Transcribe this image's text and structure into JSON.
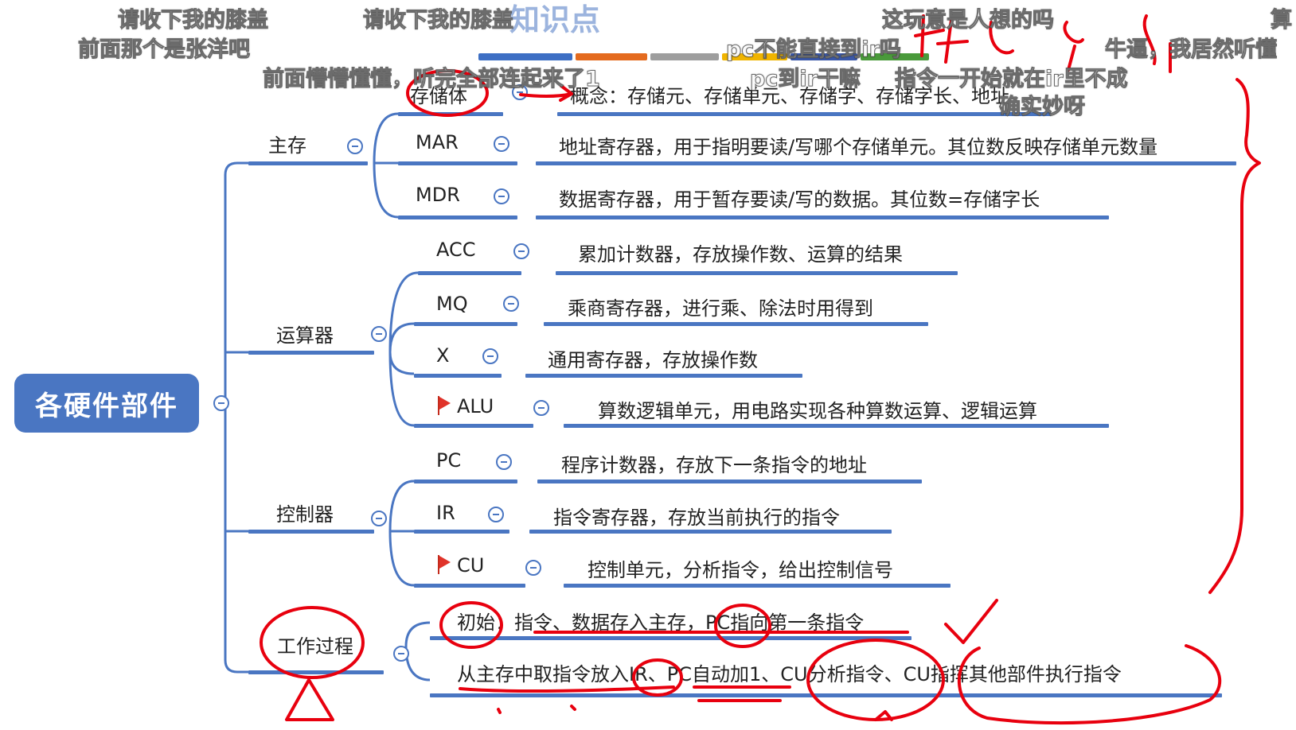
{
  "title_fragment": "知识点",
  "root": {
    "label": "各硬件部件"
  },
  "branches": {
    "memory": {
      "label": "主存",
      "children": [
        {
          "label": "存储体",
          "desc": "概念：存储元、存储单元、存储字、存储字长、地址"
        },
        {
          "label": "MAR",
          "desc": "地址寄存器，用于指明要读/写哪个存储单元。其位数反映存储单元数量"
        },
        {
          "label": "MDR",
          "desc": "数据寄存器，用于暂存要读/写的数据。其位数=存储字长"
        }
      ]
    },
    "alu": {
      "label": "运算器",
      "children": [
        {
          "label": "ACC",
          "desc": "累加计数器，存放操作数、运算的结果"
        },
        {
          "label": "MQ",
          "desc": "乘商寄存器，进行乘、除法时用得到"
        },
        {
          "label": "X",
          "desc": "通用寄存器，存放操作数"
        },
        {
          "label": "ALU",
          "desc": "算数逻辑单元，用电路实现各种算数运算、逻辑运算",
          "flag": "flag-icon"
        }
      ]
    },
    "control": {
      "label": "控制器",
      "children": [
        {
          "label": "PC",
          "desc": "程序计数器，存放下一条指令的地址"
        },
        {
          "label": "IR",
          "desc": "指令寄存器，存放当前执行的指令"
        },
        {
          "label": "CU",
          "desc": "控制单元，分析指令，给出控制信号",
          "flag": "flag-icon"
        }
      ]
    },
    "process": {
      "label": "工作过程",
      "lines": [
        "初始：指令、数据存入主存，PC指向第一条指令",
        "从主存中取指令放入IR、PC自动加1、CU分析指令、CU指挥其他部件执行指令"
      ]
    }
  },
  "danmaku": [
    "请收下我的膝盖",
    "请收下我的膝盖",
    "这玩意是人想的吗",
    "前面那个是张洋吧",
    "pc不能直接到ir吗",
    "牛逼，我居然听懂",
    "前面懵懵懂懂，听完全部连起来了1",
    "pc到ir干嘛",
    "指令一开始就在ir里不成",
    "确实妙呀",
    "算"
  ],
  "colors": {
    "accent": "#4a76c2",
    "ink": "#e8000e",
    "flag": "#e0332a",
    "title_bars": [
      "#3d6fc4",
      "#e46b1f",
      "#9e9e9e",
      "#f0b400",
      "#3b58a8",
      "#4a9a3b"
    ]
  }
}
